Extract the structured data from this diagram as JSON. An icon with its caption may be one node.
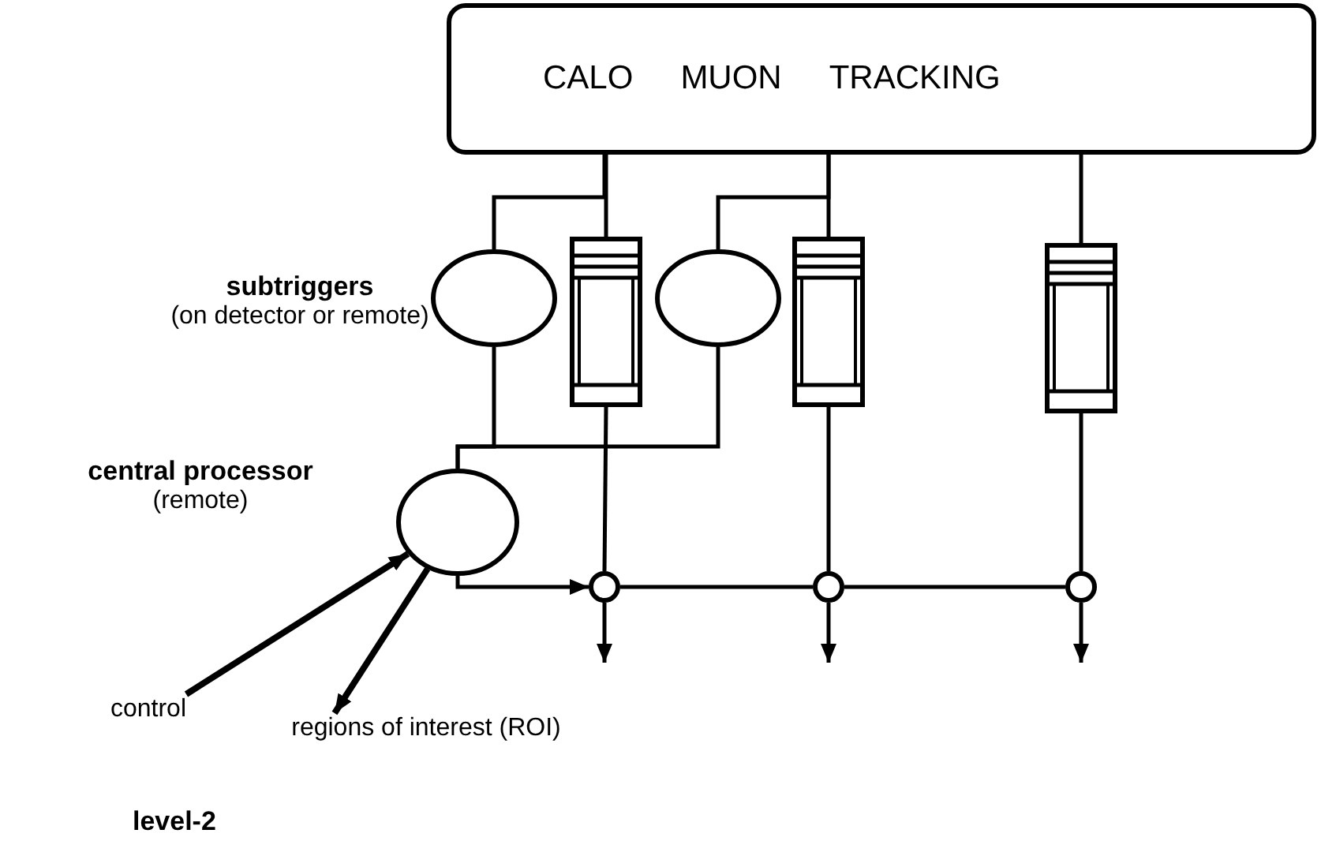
{
  "diagram": {
    "nodes": [
      {
        "text": [
          "CALO",
          "MUON",
          "TRACKING"
        ]
      },
      {
        "text": [],
        "shape": "circle",
        "beside": [
          "subtriggers",
          "(on detector or remote)"
        ]
      },
      {
        "text": [],
        "shape": "box"
      },
      {
        "text": [],
        "shape": "circle"
      },
      {
        "text": [],
        "shape": "box"
      },
      {
        "text": [],
        "shape": "box"
      },
      {
        "text": [],
        "shape": "circle",
        "beside": [
          "central processor",
          "(remote)"
        ]
      },
      {
        "text": [],
        "shape": "circle"
      },
      {
        "text": [],
        "shape": "circle"
      },
      {
        "text": [],
        "shape": "circle"
      },
      {
        "text": [
          "control"
        ]
      },
      {
        "text": [
          "regions of interest (ROI)"
        ]
      }
    ],
    "edges": [
      {
        "from": 0,
        "to": 1,
        "arrow": "none"
      },
      {
        "from": 0,
        "to": 2,
        "arrow": "none"
      },
      {
        "from": 0,
        "to": 3,
        "arrow": "none"
      },
      {
        "from": 0,
        "to": 4,
        "arrow": "none"
      },
      {
        "from": 0,
        "to": 5,
        "arrow": "none"
      },
      {
        "from": 1,
        "to": 6,
        "arrow": "none"
      },
      {
        "from": 3,
        "to": 6,
        "arrow": "none"
      },
      {
        "from": 2,
        "to": 7,
        "arrow": "none"
      },
      {
        "from": 4,
        "to": 8,
        "arrow": "none"
      },
      {
        "from": 5,
        "to": 9,
        "arrow": "none"
      },
      {
        "from": 6,
        "to": 7,
        "arrow": "to"
      },
      {
        "from": 7,
        "to": 8,
        "arrow": "none"
      },
      {
        "from": 8,
        "to": 9,
        "arrow": "none"
      },
      {
        "from": 7,
        "to": null,
        "arrow": "to"
      },
      {
        "from": 8,
        "to": null,
        "arrow": "to"
      },
      {
        "from": 9,
        "to": null,
        "arrow": "to"
      },
      {
        "from": 10,
        "to": 6,
        "arrow": "to"
      },
      {
        "from": 6,
        "to": 11,
        "arrow": "to"
      }
    ],
    "labels": [
      "level-2"
    ]
  }
}
